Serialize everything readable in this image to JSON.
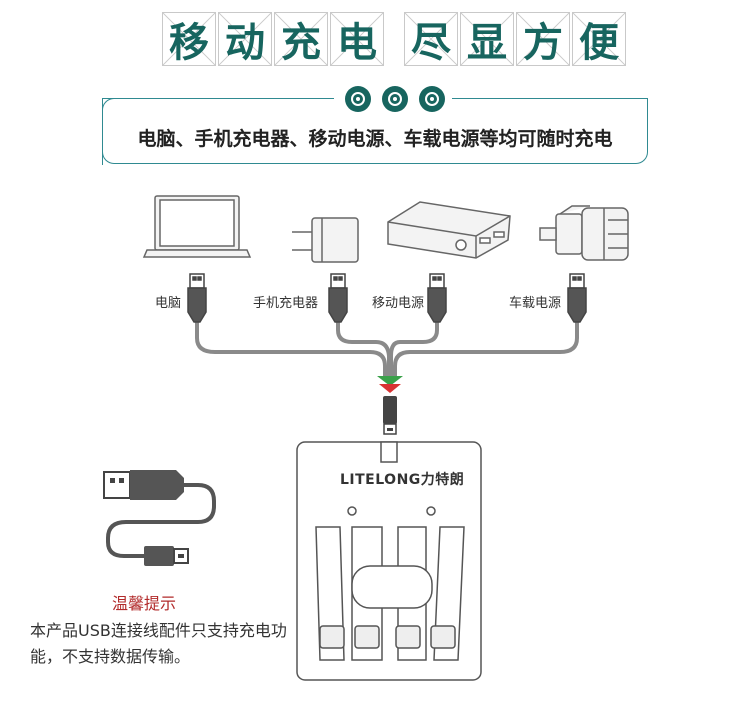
{
  "title": {
    "chars": [
      "移",
      "动",
      "充",
      "电",
      "尽",
      "显",
      "方",
      "便"
    ]
  },
  "subtitle": "电脑、手机充电器、移动电源、车载电源等均可随时充电",
  "devices": {
    "laptop_label": "电脑",
    "wall_charger_label": "手机充电器",
    "power_bank_label": "移动电源",
    "car_charger_label": "车载电源"
  },
  "charger": {
    "brand": "LITELONG力特朗"
  },
  "tip": {
    "title": "温馨提示",
    "text": "本产品USB连接线配件只支持充电功能，不支持数据传输。"
  },
  "colors": {
    "title": "#17655f",
    "accent": "#2f8a91",
    "tip_title": "#b22a2a",
    "cable": "#888888"
  }
}
